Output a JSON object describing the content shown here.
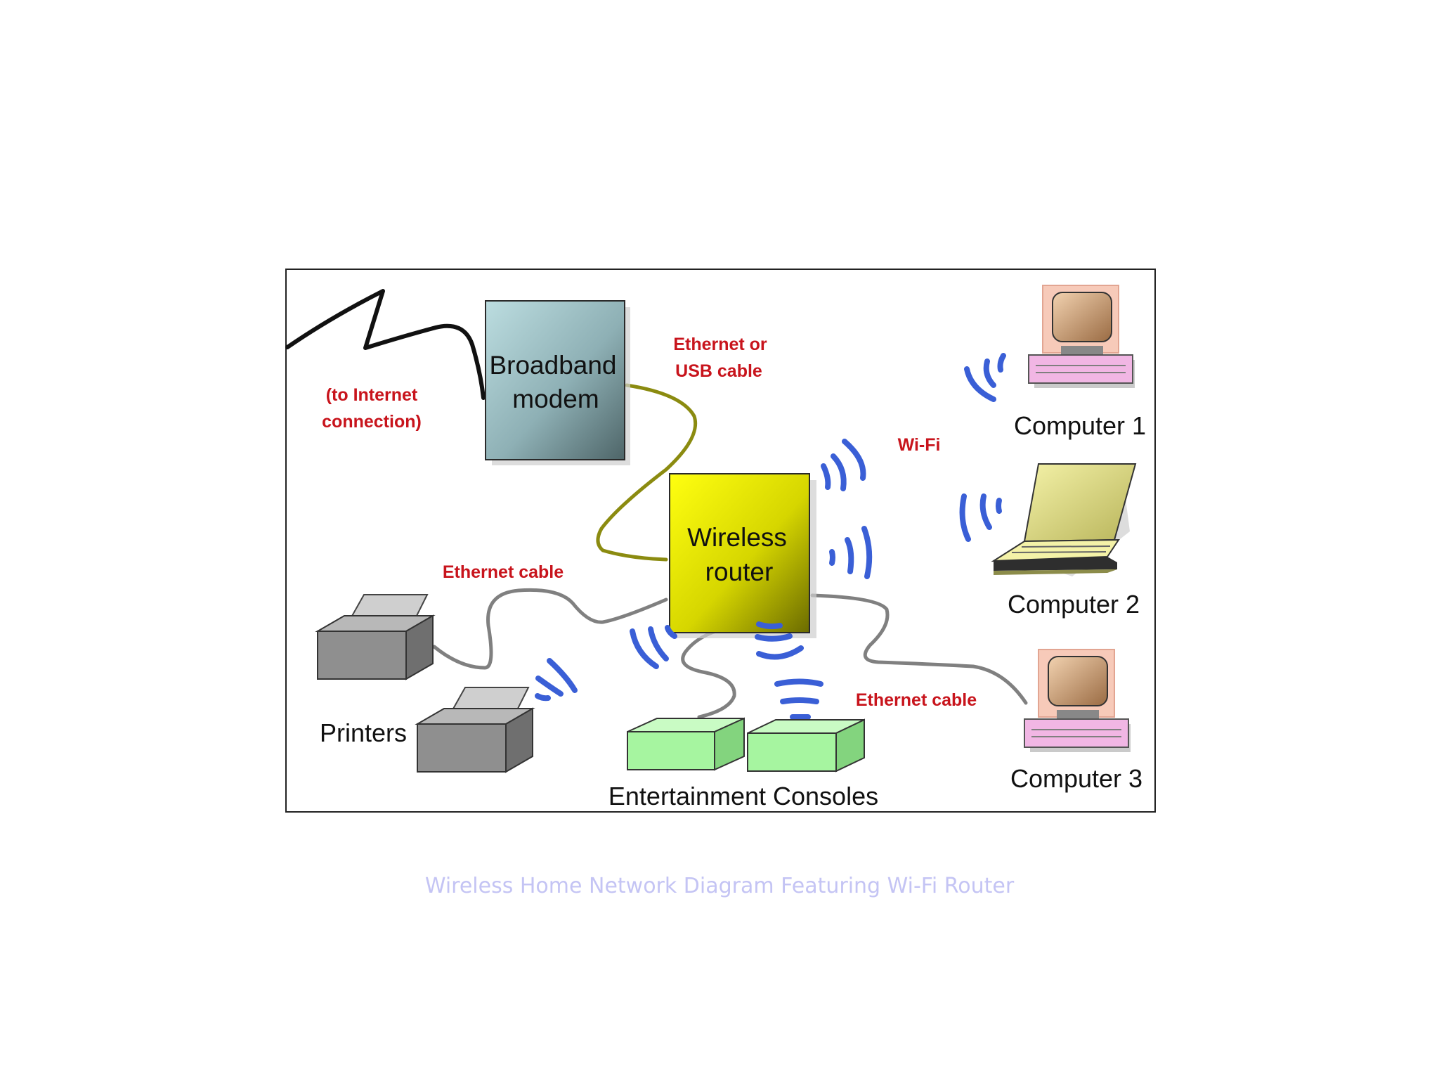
{
  "diagram": {
    "modem_label": [
      "Broadband",
      "modem"
    ],
    "router_label": [
      "Wireless",
      "router"
    ],
    "internet_note": [
      "(to Internet",
      "connection)"
    ],
    "modem_link_note": [
      "Ethernet or",
      "USB cable"
    ],
    "wifi_note": "Wi-Fi",
    "printer_cable_note": "Ethernet cable",
    "computer_cable_note": "Ethernet cable",
    "computer_1": "Computer 1",
    "computer_2": "Computer 2",
    "computer_3": "Computer 3",
    "printers": "Printers",
    "consoles": "Entertainment Consoles"
  },
  "caption": "Wireless Home Network Diagram Featuring Wi-Fi Router",
  "colors": {
    "wifi_waves": "#3a5fd6",
    "annotation_text": "#c8141c",
    "caption_text": "#c4c4f4",
    "router_fill": "#e6e600",
    "modem_fill": "#8fb3b8",
    "console_fill": "#a6f5a0"
  }
}
